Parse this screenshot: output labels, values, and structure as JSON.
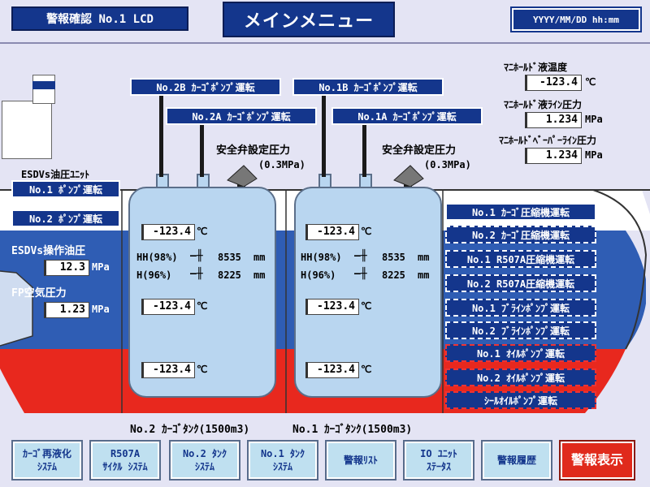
{
  "header": {
    "left_label": "警報確認  No.1 LCD",
    "title": "メインメニュー",
    "datetime": "YYYY/MM/DD hh:mm"
  },
  "manifold": {
    "liquid_temp_label": "ﾏﾆﾎｰﾙﾄﾞ液温度",
    "liquid_temp_value": "-123.4",
    "liquid_temp_unit": "℃",
    "liquid_line_label": "ﾏﾆﾎｰﾙﾄﾞ液ﾗｲﾝ圧力",
    "liquid_line_value": "1.234",
    "liquid_line_unit": "MPa",
    "vapor_line_label": "ﾏﾆﾎｰﾙﾄﾞﾍﾞｰﾊﾟｰﾗｲﾝ圧力",
    "vapor_line_value": "1.234",
    "vapor_line_unit": "MPa"
  },
  "pumps": {
    "p2b": "No.2B ｶｰｺﾞﾎﾟﾝﾌﾟ運転",
    "p2a": "No.2A ｶｰｺﾞﾎﾟﾝﾌﾟ運転",
    "p1b": "No.1B ｶｰｺﾞﾎﾟﾝﾌﾟ運転",
    "p1a": "No.1A ｶｰｺﾞﾎﾟﾝﾌﾟ運転"
  },
  "safety_valve": {
    "label": "安全弁設定圧力",
    "value": "(0.3MPa)"
  },
  "esdvs": {
    "unit_label": "ESDVs油圧ﾕﾆｯﾄ",
    "pump1": "No.1 ﾎﾟﾝﾌﾟ運転",
    "pump2": "No.2 ﾎﾟﾝﾌﾟ運転",
    "op_oil_label": "ESDVs操作油圧",
    "op_oil_value": "12.3",
    "op_oil_unit": "MPa",
    "fp_air_label": "FP空気圧力",
    "fp_air_value": "1.23",
    "fp_air_unit": "MPa"
  },
  "tank2": {
    "temp_top": "-123.4",
    "temp_mid": "-123.4",
    "temp_bot": "-123.4",
    "temp_unit": "℃",
    "hh_label": "HH(98%)",
    "hh_value": "8535",
    "h_label": "H(96%)",
    "h_value": "8225",
    "level_unit": "mm",
    "caption": "No.2 ｶｰｺﾞﾀﾝｸ(1500m3)"
  },
  "tank1": {
    "temp_top": "-123.4",
    "temp_mid": "-123.4",
    "temp_bot": "-123.4",
    "temp_unit": "℃",
    "hh_label": "HH(98%)",
    "hh_value": "8535",
    "h_label": "H(96%)",
    "h_value": "8225",
    "level_unit": "mm",
    "caption": "No.1 ｶｰｺﾞﾀﾝｸ(1500m3)"
  },
  "equipment": [
    "No.1 ｶｰｺﾞ圧縮機運転",
    "No.2 ｶｰｺﾞ圧縮機運転",
    "No.1 R507A圧縮機運転",
    "No.2 R507A圧縮機運転",
    "No.1 ﾌﾞﾗｲﾝﾎﾟﾝﾌﾟ運転",
    "No.2 ﾌﾞﾗｲﾝﾎﾟﾝﾌﾟ運転",
    "No.1 ｵｲﾙﾎﾟﾝﾌﾟ運転",
    "No.2 ｵｲﾙﾎﾟﾝﾌﾟ運転",
    "ｼｰﾙｵｲﾙﾎﾟﾝﾌﾟ運転"
  ],
  "nav": [
    {
      "l1": "ｶｰｺﾞ再液化",
      "l2": "ｼｽﾃﾑ"
    },
    {
      "l1": "R507A",
      "l2": "ｻｲｸﾙ ｼｽﾃﾑ"
    },
    {
      "l1": "No.2 ﾀﾝｸ",
      "l2": "ｼｽﾃﾑ"
    },
    {
      "l1": "No.1 ﾀﾝｸ",
      "l2": "ｼｽﾃﾑ"
    },
    {
      "l1": "警報ﾘｽﾄ",
      "l2": ""
    },
    {
      "l1": "IO ﾕﾆｯﾄ",
      "l2": "ｽﾃｰﾀｽ"
    },
    {
      "l1": "警報履歴",
      "l2": ""
    },
    {
      "l1": "警報表示",
      "l2": ""
    }
  ],
  "colors": {
    "panel": "#e4e4f4",
    "navy": "#14368c",
    "hull_red": "#e8281e",
    "hull_blue": "#2f5db4",
    "tank": "#b9d6f0",
    "button": "#bfe0f0"
  }
}
